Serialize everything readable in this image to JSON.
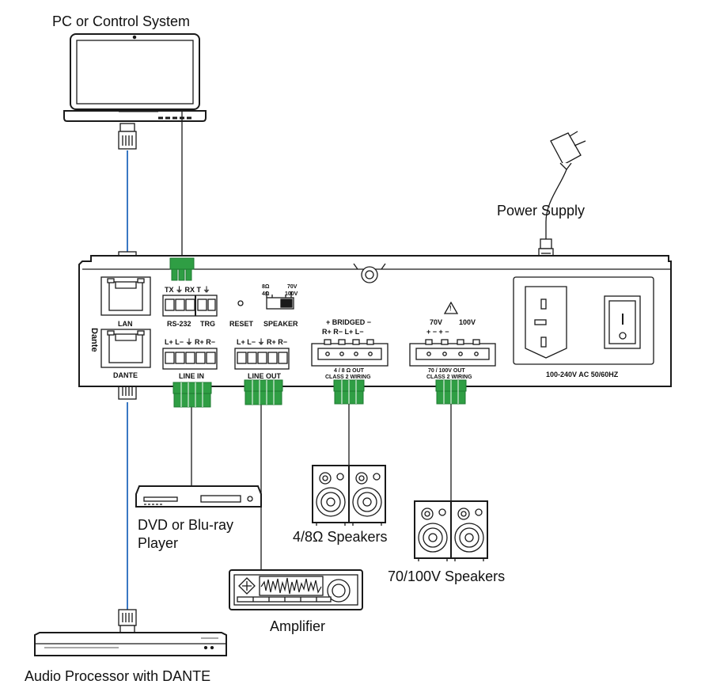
{
  "labels": {
    "pc": "PC or Control System",
    "power_supply": "Power Supply",
    "dvd_line1": "DVD or Blu-ray",
    "dvd_line2": "Player",
    "speakers_48": "4/8Ω Speakers",
    "speakers_70": "70/100V Speakers",
    "amplifier": "Amplifier",
    "audio_processor": "Audio Processor with DANTE"
  },
  "panel": {
    "lan": "LAN",
    "dante_port": "DANTE",
    "dante_logo": "Dante",
    "rs232_pins": "TX ⏚ RX  T  ⏚",
    "rs232": "RS-232",
    "trg": "TRG",
    "reset": "RESET",
    "speaker": "SPEAKER",
    "sw_8": "8Ω",
    "sw_4": "4Ω",
    "sw_70": "70V",
    "sw_100": "100V",
    "line_in_pins": "L+ L−  ⏚  R+ R−",
    "line_in": "LINE IN",
    "line_out_pins": "L+ L−  ⏚  R+ R−",
    "line_out": "LINE OUT",
    "bridged": "+ BRIDGED −",
    "bridged_pins": "R+  R−   L+   L−",
    "out48_a": "4 / 8 Ω OUT",
    "out48_b": "CLASS 2 WIRING",
    "v70": "70V",
    "v100": "100V",
    "pm_pins": "+    −    +    −",
    "out70_a": "70 / 100V OUT",
    "out70_b": "CLASS 2 WIRING",
    "ac_rating": "100-240V AC 50/60HZ",
    "warning": "!"
  },
  "colors": {
    "line": "#1a1a1a",
    "ethernet_cable": "#3a78c3",
    "terminal_green": "#2f9e44",
    "terminal_green_dark": "#1e7a31"
  }
}
